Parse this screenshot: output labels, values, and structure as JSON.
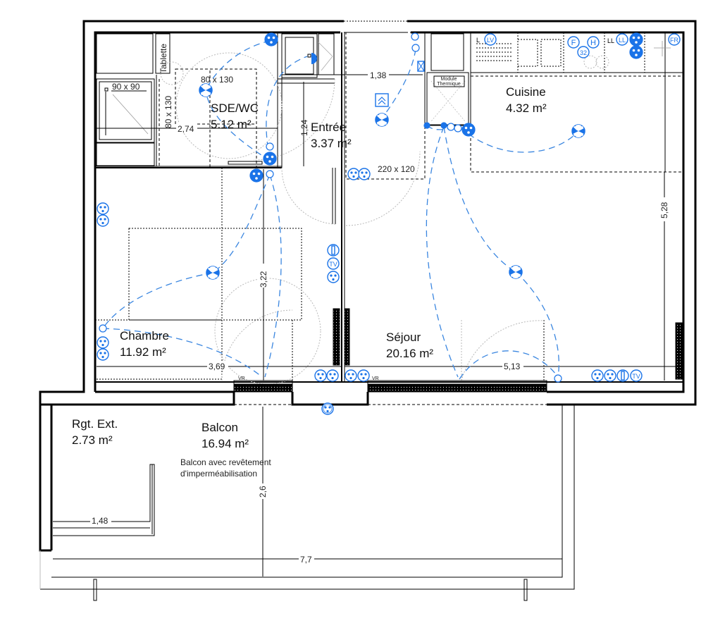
{
  "plan": {
    "rooms": [
      {
        "id": "sde-wc",
        "name": "SDE/WC",
        "area": "5.12 m²"
      },
      {
        "id": "entree",
        "name": "Entrée",
        "area": "3.37 m²"
      },
      {
        "id": "cuisine",
        "name": "Cuisine",
        "area": "4.32 m²"
      },
      {
        "id": "chambre",
        "name": "Chambre",
        "area": "11.92 m²"
      },
      {
        "id": "sejour",
        "name": "Séjour",
        "area": "20.16 m²"
      },
      {
        "id": "rgt-ext",
        "name": "Rgt. Ext.",
        "area": "2.73 m²"
      },
      {
        "id": "balcon",
        "name": "Balcon",
        "area": "16.94 m²"
      }
    ],
    "balcony_note": {
      "line1": "Balcon avec revêtement",
      "line2": "d'imperméabilisation"
    },
    "dimensions": {
      "sde_width": "2,74",
      "entree_width": "1,38",
      "entree_height": "1,24",
      "chambre_height": "3,22",
      "chambre_width": "3,69",
      "sejour_width": "5,13",
      "sejour_height": "5,28",
      "balcon_depth": "2,6",
      "balcon_length": "7,7",
      "rgt_width": "1,48"
    },
    "labels": {
      "tablette": "Tablette",
      "shower_size": "90 x 90",
      "pmr_space_1": "80 x 130",
      "pmr_space_2": "80 x 130",
      "entree_space": "220 x 120",
      "module_line1": "Module",
      "module_line2": "Thermique",
      "vr_left": "VR",
      "vr_right": "VR"
    },
    "symbols": {
      "lave_vaisselle": "LV",
      "lave_linge": "LL",
      "four": "F",
      "hotte": "H",
      "plaque_amp": "32",
      "frigo": "FR",
      "tv": "TV",
      "lave_linge_2": "LL"
    },
    "colors": {
      "electrical": "#1a73e8",
      "walls": "#000000",
      "background": "#ffffff"
    }
  }
}
